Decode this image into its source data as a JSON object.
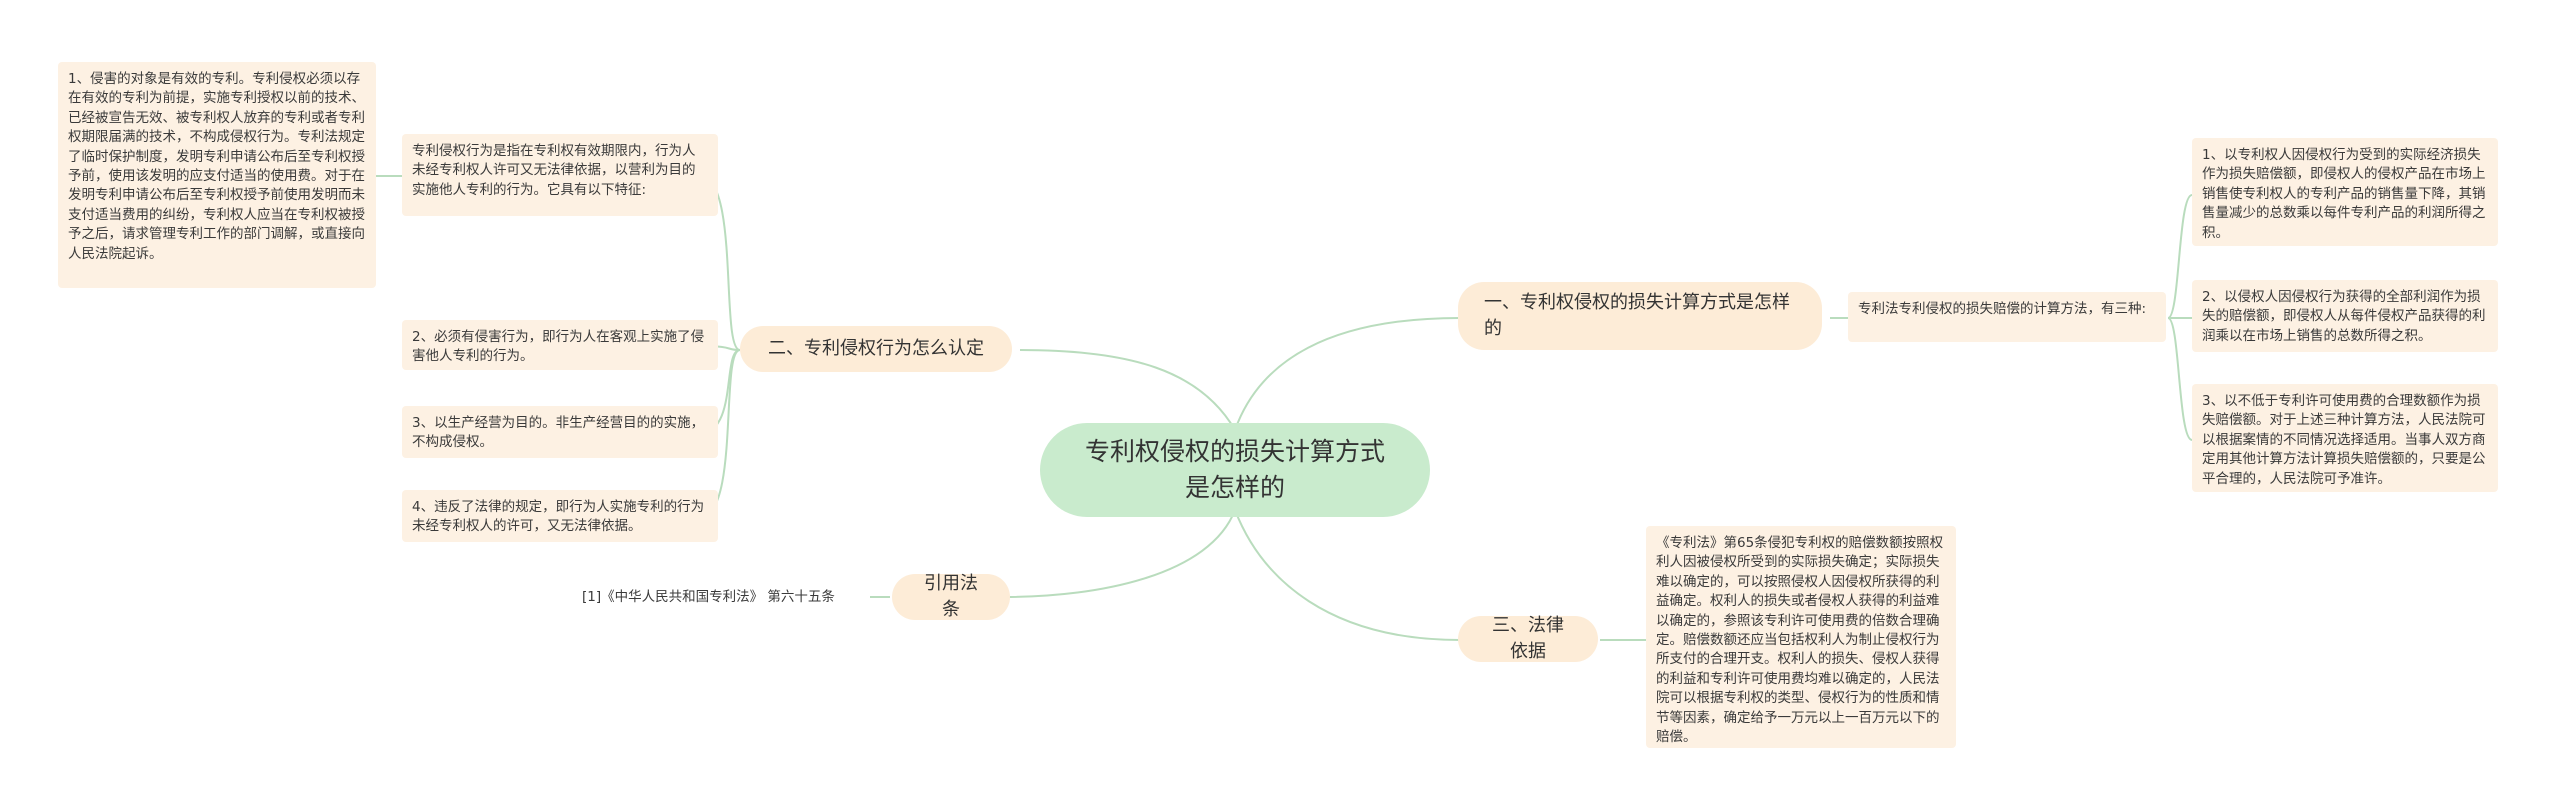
{
  "root": {
    "title": "专利权侵权的损失计算方式是怎样的"
  },
  "branches": {
    "b1": {
      "label": "一、专利权侵权的损失计算方式是怎样的"
    },
    "b2": {
      "label": "二、专利侵权行为怎么认定"
    },
    "b3": {
      "label": "三、法律依据"
    },
    "b4": {
      "label": "引用法条"
    }
  },
  "b1": {
    "intro": "专利法专利侵权的损失赔偿的计算方法，有三种:",
    "items": [
      "1、以专利权人因侵权行为受到的实际经济损失作为损失赔偿额，即侵权人的侵权产品在市场上销售使专利权人的专利产品的销售量下降，其销售量减少的总数乘以每件专利产品的利润所得之积。",
      "2、以侵权人因侵权行为获得的全部利润作为损失的赔偿额，即侵权人从每件侵权产品获得的利润乘以在市场上销售的总数所得之积。",
      "3、以不低于专利许可使用费的合理数额作为损失赔偿额。对于上述三种计算方法，人民法院可以根据案情的不同情况选择适用。当事人双方商定用其他计算方法计算损失赔偿额的，只要是公平合理的，人民法院可予准许。"
    ]
  },
  "b2": {
    "definition": "专利侵权行为是指在专利权有效期限内，行为人未经专利权人许可又无法律依据，以营利为目的实施他人专利的行为。它具有以下特征:",
    "feature1": "1、侵害的对象是有效的专利。专利侵权必须以存在有效的专利为前提，实施专利授权以前的技术、已经被宣告无效、被专利权人放弃的专利或者专利权期限届满的技术，不构成侵权行为。专利法规定了临时保护制度，发明专利申请公布后至专利权授予前，使用该发明的应支付适当的使用费。对于在发明专利申请公布后至专利权授予前使用发明而未支付适当费用的纠纷，专利权人应当在专利权被授予之后，请求管理专利工作的部门调解，或直接向人民法院起诉。",
    "items": [
      "2、必须有侵害行为，即行为人在客观上实施了侵害他人专利的行为。",
      "3、以生产经营为目的。非生产经营目的的实施，不构成侵权。",
      "4、违反了法律的规定，即行为人实施专利的行为未经专利权人的许可，又无法律依据。"
    ]
  },
  "b3": {
    "text": "《专利法》第65条侵犯专利权的赔偿数额按照权利人因被侵权所受到的实际损失确定；实际损失难以确定的，可以按照侵权人因侵权所获得的利益确定。权利人的损失或者侵权人获得的利益难以确定的，参照该专利许可使用费的倍数合理确定。赔偿数额还应当包括权利人为制止侵权行为所支付的合理开支。权利人的损失、侵权人获得的利益和专利许可使用费均难以确定的，人民法院可以根据专利权的类型、侵权行为的性质和情节等因素，确定给予一万元以上一百万元以下的赔偿。"
  },
  "b4": {
    "text": "[1]《中华人民共和国专利法》 第六十五条"
  },
  "colors": {
    "line": "#b9dcbd",
    "root_fill": "#c9ebcd",
    "branch_fill": "#fdecd7",
    "leaf_fill": "#fdf1e3"
  }
}
